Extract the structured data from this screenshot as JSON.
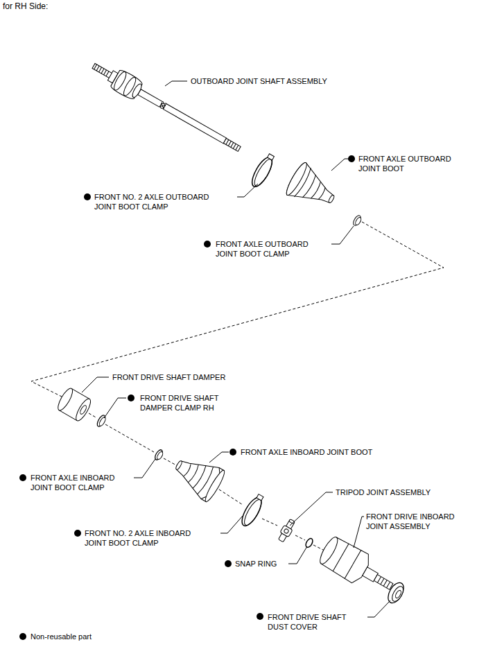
{
  "diagram": {
    "title": "for RH Side:",
    "labels": [
      "OUTBOARD JOINT SHAFT ASSEMBLY",
      "FRONT AXLE OUTBOARD JOINT BOOT",
      "FRONT NO. 2 AXLE OUTBOARD JOINT BOOT CLAMP",
      "FRONT AXLE OUTBOARD JOINT BOOT CLAMP",
      "FRONT DRIVE SHAFT DAMPER",
      "FRONT DRIVE SHAFT DAMPER CLAMP RH",
      "FRONT AXLE INBOARD JOINT BOOT",
      "FRONT AXLE INBOARD JOINT BOOT CLAMP",
      "TRIPOD JOINT ASSEMBLY",
      "FRONT DRIVE INBOARD JOINT ASSEMBLY",
      "FRONT NO. 2 AXLE INBOARD JOINT BOOT CLAMP",
      "SNAP RING",
      "FRONT DRIVE SHAFT DUST COVER"
    ],
    "legend": [
      {
        "text": "Non-reusable part"
      }
    ]
  }
}
